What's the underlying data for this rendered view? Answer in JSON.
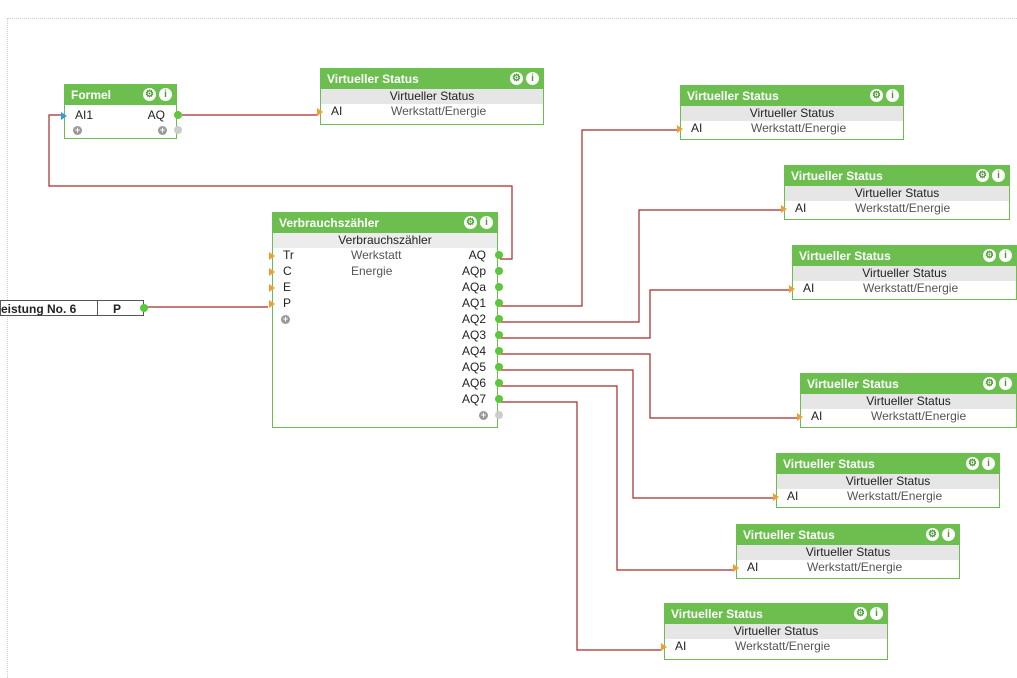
{
  "formel": {
    "title": "Formel",
    "inputs": [
      "AI1"
    ],
    "output": "AQ"
  },
  "verbrauchszaehler": {
    "title": "Verbrauchszähler",
    "subtitle": "Verbrauchszähler",
    "inputs": [
      "Tr",
      "C",
      "E",
      "P"
    ],
    "input_values": [
      "Werkstatt",
      "Energie",
      "",
      ""
    ],
    "outputs": [
      "AQ",
      "AQp",
      "AQa",
      "AQ1",
      "AQ2",
      "AQ3",
      "AQ4",
      "AQ5",
      "AQ6",
      "AQ7"
    ]
  },
  "leistung": {
    "name": "eistung No. 6",
    "output": "P"
  },
  "virtual_status": {
    "title": "Virtueller Status",
    "subtitle": "Virtueller Status",
    "input": "AI",
    "value": "Werkstatt/Energie"
  },
  "icons": {
    "gear": "gear-icon",
    "info": "info-icon",
    "plus": "plus-icon"
  },
  "colors": {
    "block_header": "#6cbf4f",
    "wire": "#a52a2a",
    "input_port": "#f0a030",
    "output_port": "#5cc83c"
  }
}
